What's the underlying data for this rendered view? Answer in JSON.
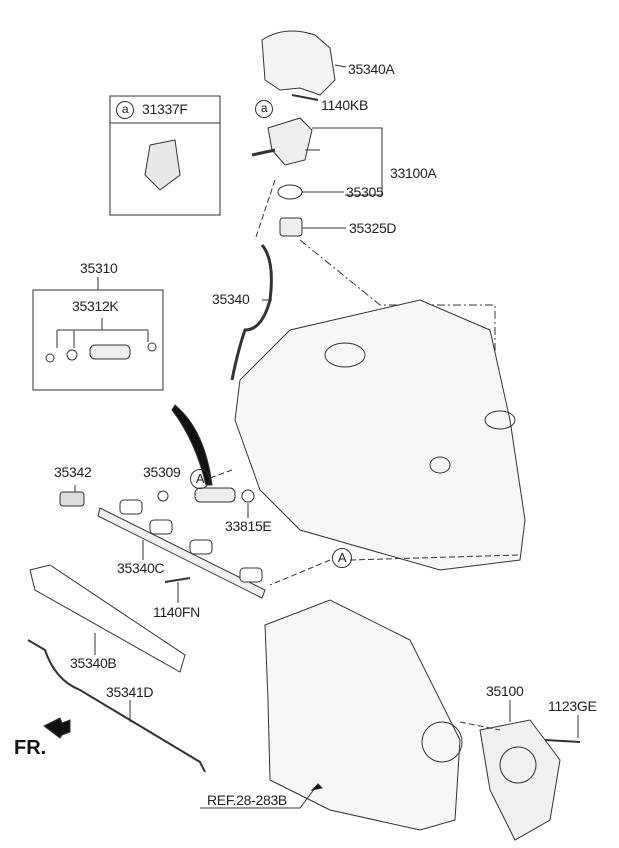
{
  "labels": {
    "p35340A": "35340A",
    "p1140KB": "1140KB",
    "p31337F": "31337F",
    "callout_a": "a",
    "p33100A": "33100A",
    "p35305": "35305",
    "p35325D": "35325D",
    "p35310": "35310",
    "p35312K": "35312K",
    "p35340": "35340",
    "ref_A": "A",
    "p35342": "35342",
    "p35309": "35309",
    "p33815E": "33815E",
    "p35340C": "35340C",
    "p1140FN": "1140FN",
    "p35340B": "35340B",
    "p35341D": "35341D",
    "front": "FR.",
    "p35100": "35100",
    "p1123GE": "1123GE",
    "ref": "REF.28-283B"
  }
}
